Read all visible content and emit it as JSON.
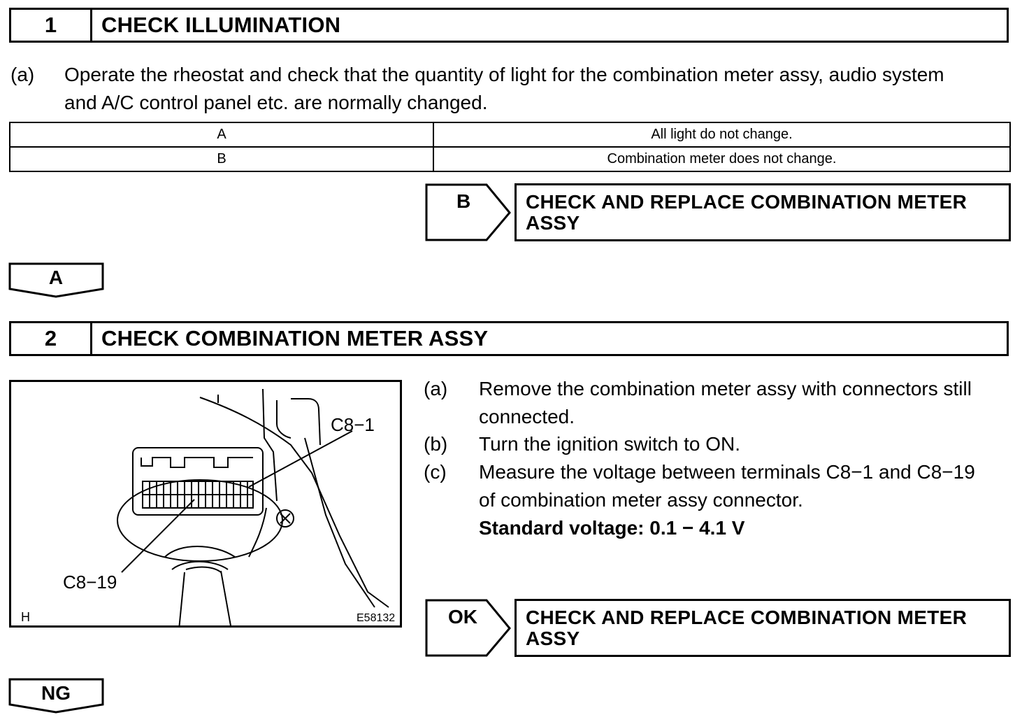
{
  "step1": {
    "number": "1",
    "title": "CHECK ILLUMINATION",
    "instruction_label": "(a)",
    "instruction_line1": "Operate the rheostat and check that the quantity of light for the combination meter assy, audio system",
    "instruction_line2": "and A/C control panel etc. are normally changed.",
    "table": [
      {
        "result": "A",
        "condition": "All light do not change."
      },
      {
        "result": "B",
        "condition": "Combination meter does not change."
      }
    ],
    "branch_label": "B",
    "branch_action_line1": "CHECK AND REPLACE COMBINATION METER",
    "branch_action_line2": "ASSY",
    "next_label": "A"
  },
  "step2": {
    "number": "2",
    "title": "CHECK COMBINATION METER ASSY",
    "illustration": {
      "label_top": "C8−1",
      "label_bottom": "C8−19",
      "corner_left": "H",
      "corner_right": "E58132"
    },
    "items": [
      {
        "label": "(a)",
        "line1": "Remove the combination meter assy with connectors still",
        "line2": "connected."
      },
      {
        "label": "(b)",
        "line1": "Turn the ignition switch to ON."
      },
      {
        "label": "(c)",
        "line1": "Measure the voltage between terminals C8−1 and C8−19",
        "line2": "of combination meter assy connector."
      }
    ],
    "standard": "Standard voltage: 0.1 − 4.1 V",
    "ok_label": "OK",
    "ok_action_line1": "CHECK AND REPLACE COMBINATION METER",
    "ok_action_line2": "ASSY",
    "ng_label": "NG"
  }
}
